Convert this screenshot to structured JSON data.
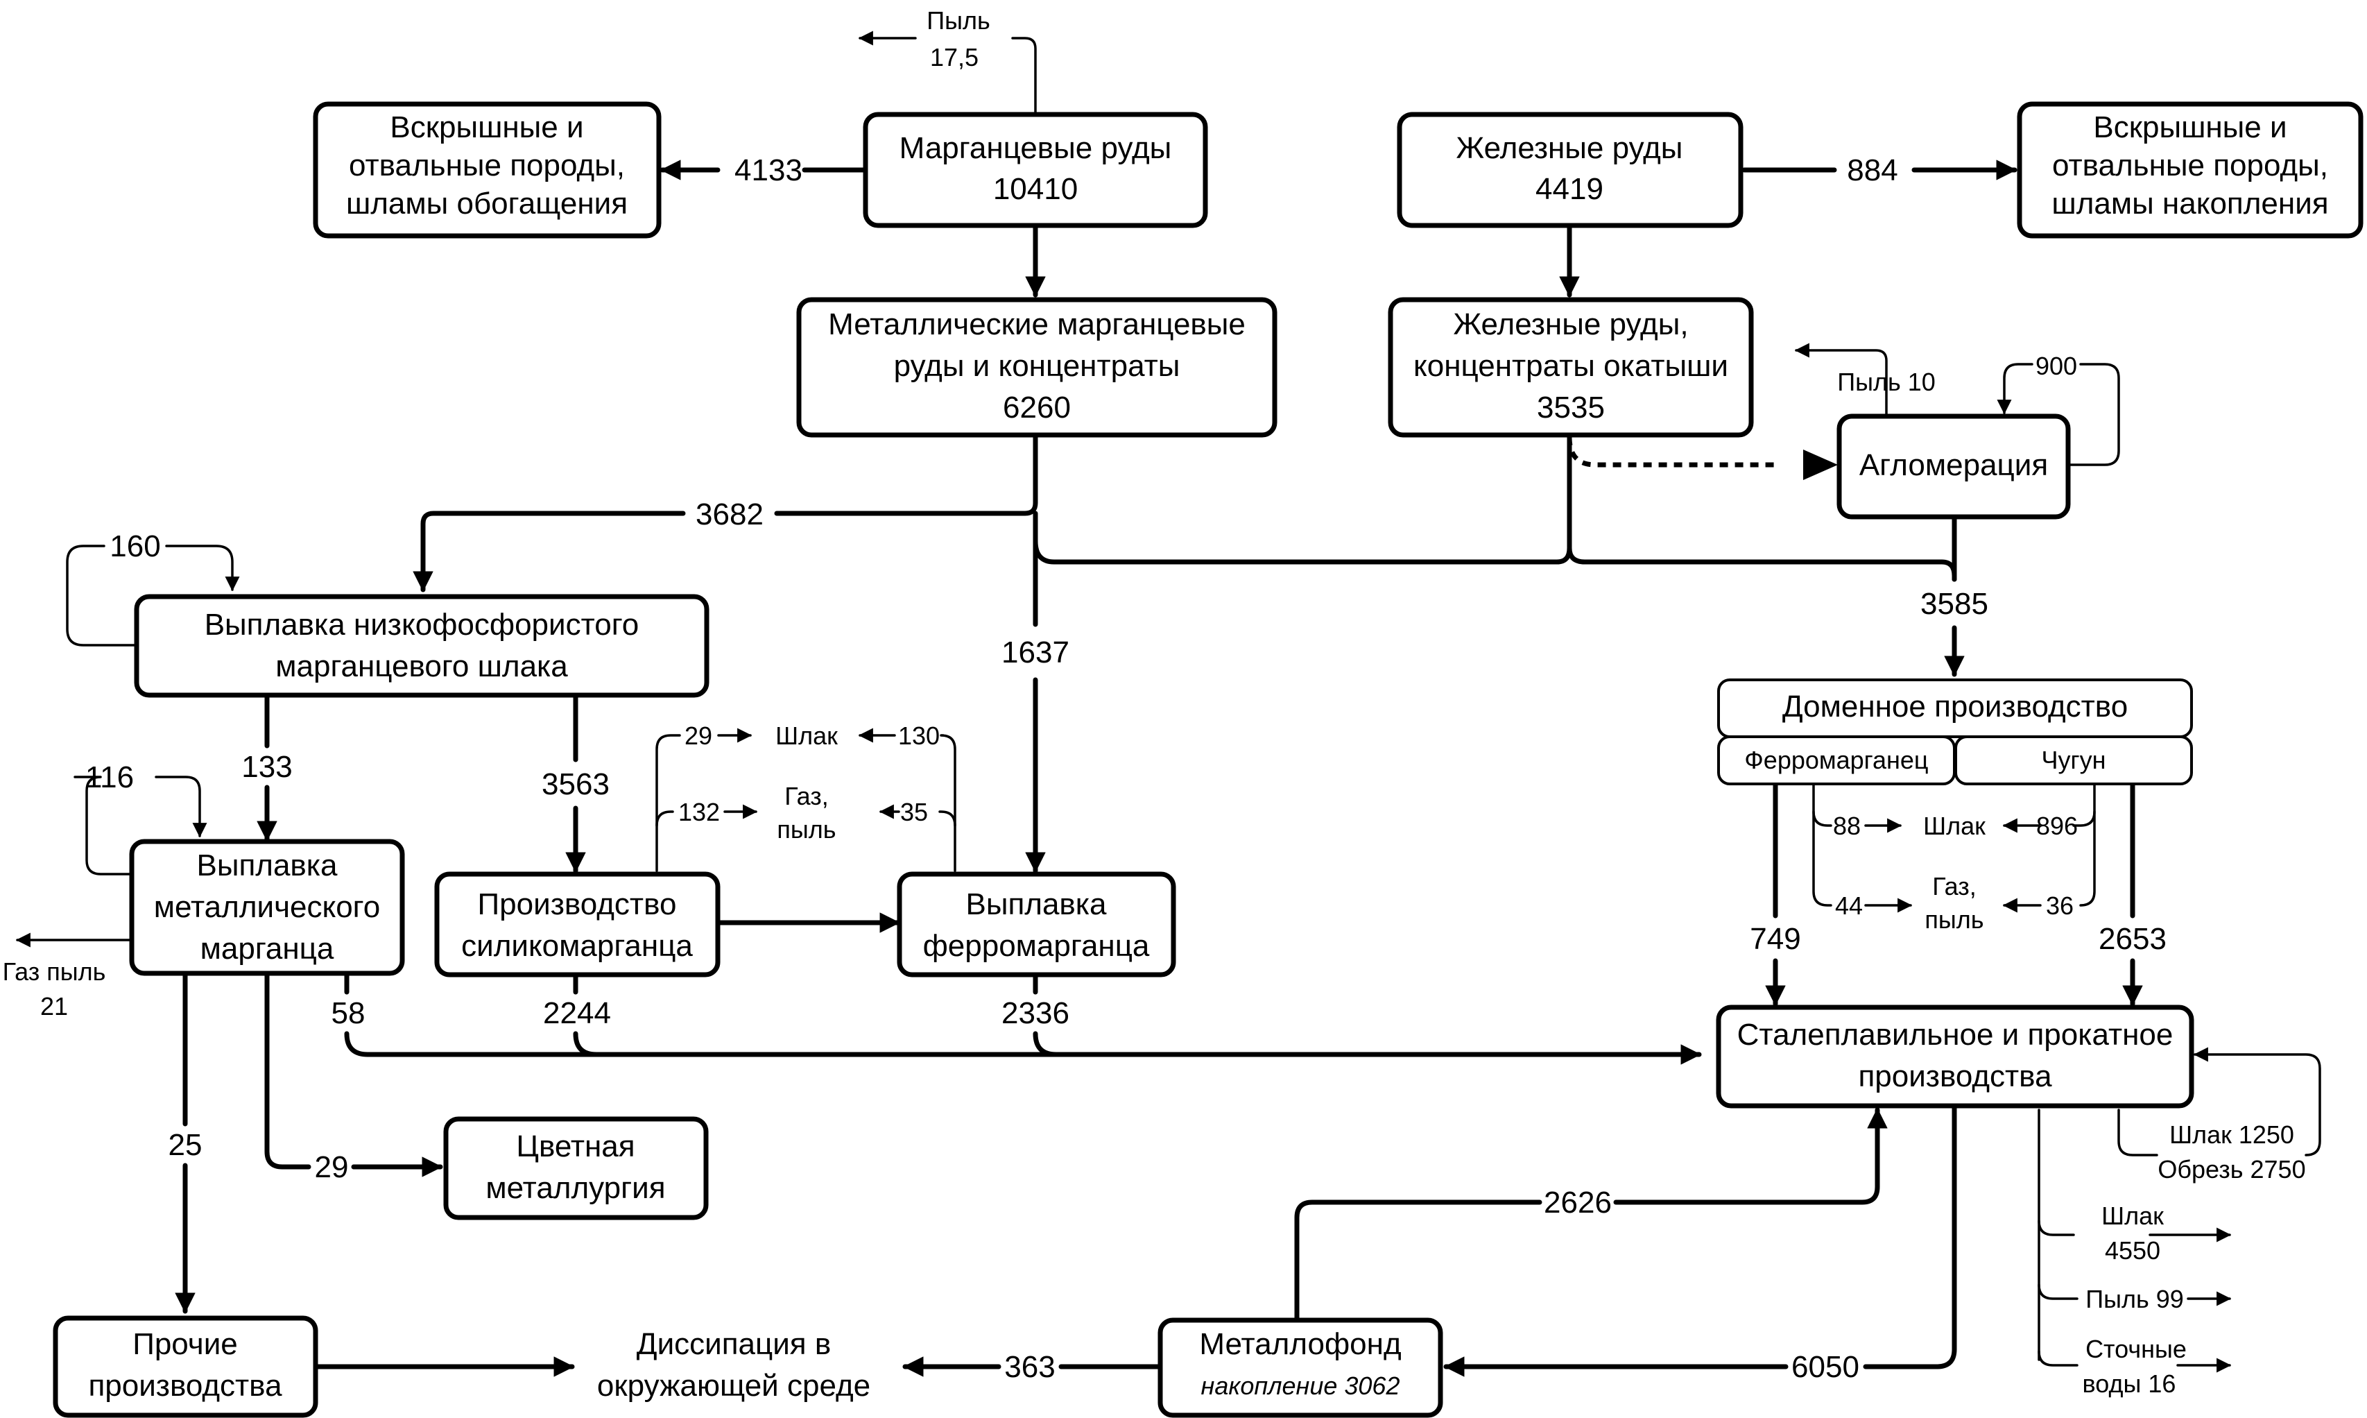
{
  "boxes": {
    "mn_ore": {
      "label": "Марганцевые руды",
      "value": "10410"
    },
    "overburden_left": {
      "lines": [
        "Вскрышные и",
        "отвальные породы,",
        "шламы обогащения"
      ]
    },
    "fe_ore": {
      "label": "Железные руды",
      "value": "4419"
    },
    "overburden_right": {
      "lines": [
        "Вскрышные и",
        "отвальные породы,",
        "шламы накопления"
      ]
    },
    "mn_concentrate": {
      "lines": [
        "Металлические марганцевые",
        "руды и концентраты",
        "6260"
      ]
    },
    "fe_concentrate": {
      "lines": [
        "Железные руды,",
        "концентраты окатыши",
        "3535"
      ]
    },
    "agglomeration": {
      "label": "Агломерация"
    },
    "low_p_slag": {
      "lines": [
        "Выплавка низкофосфористого",
        "марганцевого шлака"
      ]
    },
    "blast_furnace": {
      "label": "Доменное производство",
      "left": "Ферромарганец",
      "right": "Чугун"
    },
    "metallic_mn": {
      "lines": [
        "Выплавка",
        "металлического",
        "марганца"
      ]
    },
    "silicomanganese": {
      "lines": [
        "Производство",
        "силикомарганца"
      ]
    },
    "ferromanganese": {
      "lines": [
        "Выплавка",
        "ферромарганца"
      ]
    },
    "steel": {
      "lines": [
        "Сталеплавильное и прокатное",
        "производства"
      ]
    },
    "nonferrous": {
      "lines": [
        "Цветная",
        "металлургия"
      ]
    },
    "other": {
      "lines": [
        "Прочие",
        "производства"
      ]
    },
    "dissipation": {
      "lines": [
        "Диссипация в",
        "окружающей среде"
      ]
    },
    "metal_fund": {
      "label": "Металлофонд",
      "sub": "накопление 3062"
    }
  },
  "flows": {
    "mn_dust": [
      "Пыль",
      "17,5"
    ],
    "mn_to_overburden": "4133",
    "fe_to_overburden": "884",
    "agglo_dust": "Пыль 10",
    "agglo_recycle": "900",
    "to_low_p": "3682",
    "low_p_recycle": "160",
    "to_ferromn": "1637",
    "to_blast": "3585",
    "to_metallic_mn": "133",
    "to_silico": "3563",
    "metallic_recycle": "116",
    "metallic_gas": [
      "Газ пыль",
      "21"
    ],
    "silico_slag": "29",
    "silico_gas": "132",
    "ferro_slag": "130",
    "ferro_gas": "35",
    "slag_word": "Шлак",
    "gas_words": [
      "Газ,",
      "пыль"
    ],
    "bf_slag_mn": "88",
    "bf_slag_fe": "896",
    "bf_gas_mn": "44",
    "bf_gas_fe": "36",
    "fm_to_steel": "749",
    "pig_to_steel": "2653",
    "metallic_to_steel": "58",
    "silico_to_steel": "2244",
    "ferro_to_steel": "2336",
    "metallic_to_other": "25",
    "metallic_to_nonferrous": "29",
    "fund_to_steel": "2626",
    "steel_to_fund": "6050",
    "fund_to_dissipation": "363",
    "steel_inputs": [
      "Шлак 1250",
      "Обрезь 2750"
    ],
    "steel_slag": [
      "Шлак",
      "4550"
    ],
    "steel_dust": "Пыль 99",
    "steel_water": [
      "Сточные",
      "воды 16"
    ]
  }
}
